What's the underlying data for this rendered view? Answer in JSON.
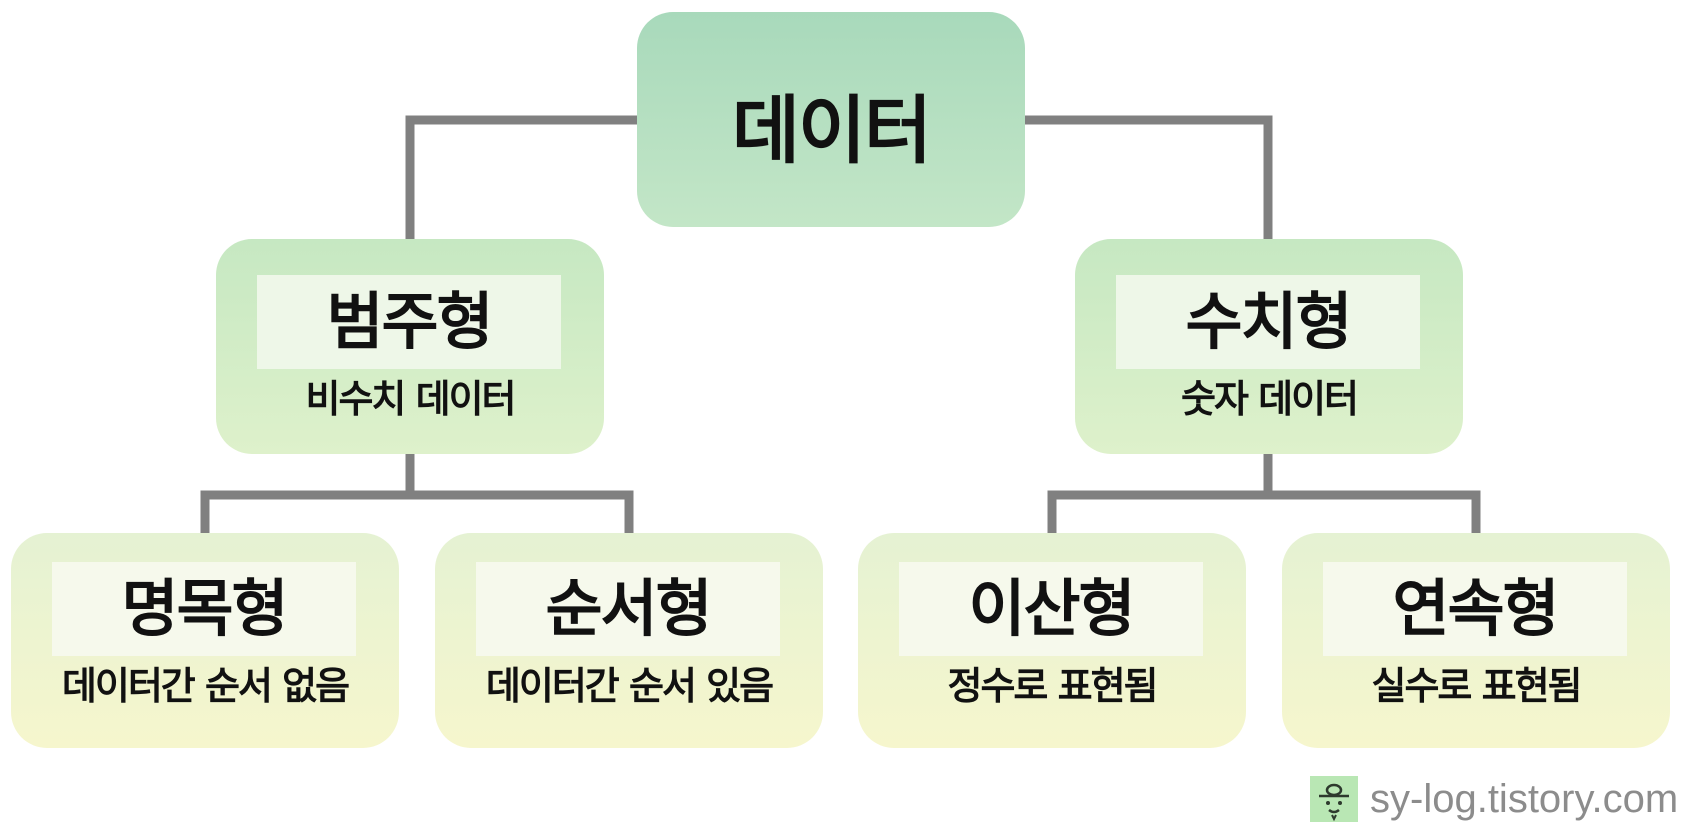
{
  "root": {
    "title": "데이터"
  },
  "categories": [
    {
      "title": "범주형",
      "subtitle": "비수치 데이터",
      "children": [
        {
          "title": "명목형",
          "subtitle": "데이터간 순서 없음"
        },
        {
          "title": "순서형",
          "subtitle": "데이터간 순서 있음"
        }
      ]
    },
    {
      "title": "수치형",
      "subtitle": "숫자 데이터",
      "children": [
        {
          "title": "이산형",
          "subtitle": "정수로 표현됨"
        },
        {
          "title": "연속형",
          "subtitle": "실수로 표현됨"
        }
      ]
    }
  ],
  "watermark": {
    "text": "sy-log.tistory.com",
    "icon": "bee-icon"
  },
  "colors": {
    "connector": "#808080",
    "root_fill": "#b3dfc0",
    "mid_fill": "#d2ecc6",
    "leaf_fill": "#eef4cf",
    "label_box": "#eef7e8",
    "watermark_logo": "#b9e7b4"
  }
}
